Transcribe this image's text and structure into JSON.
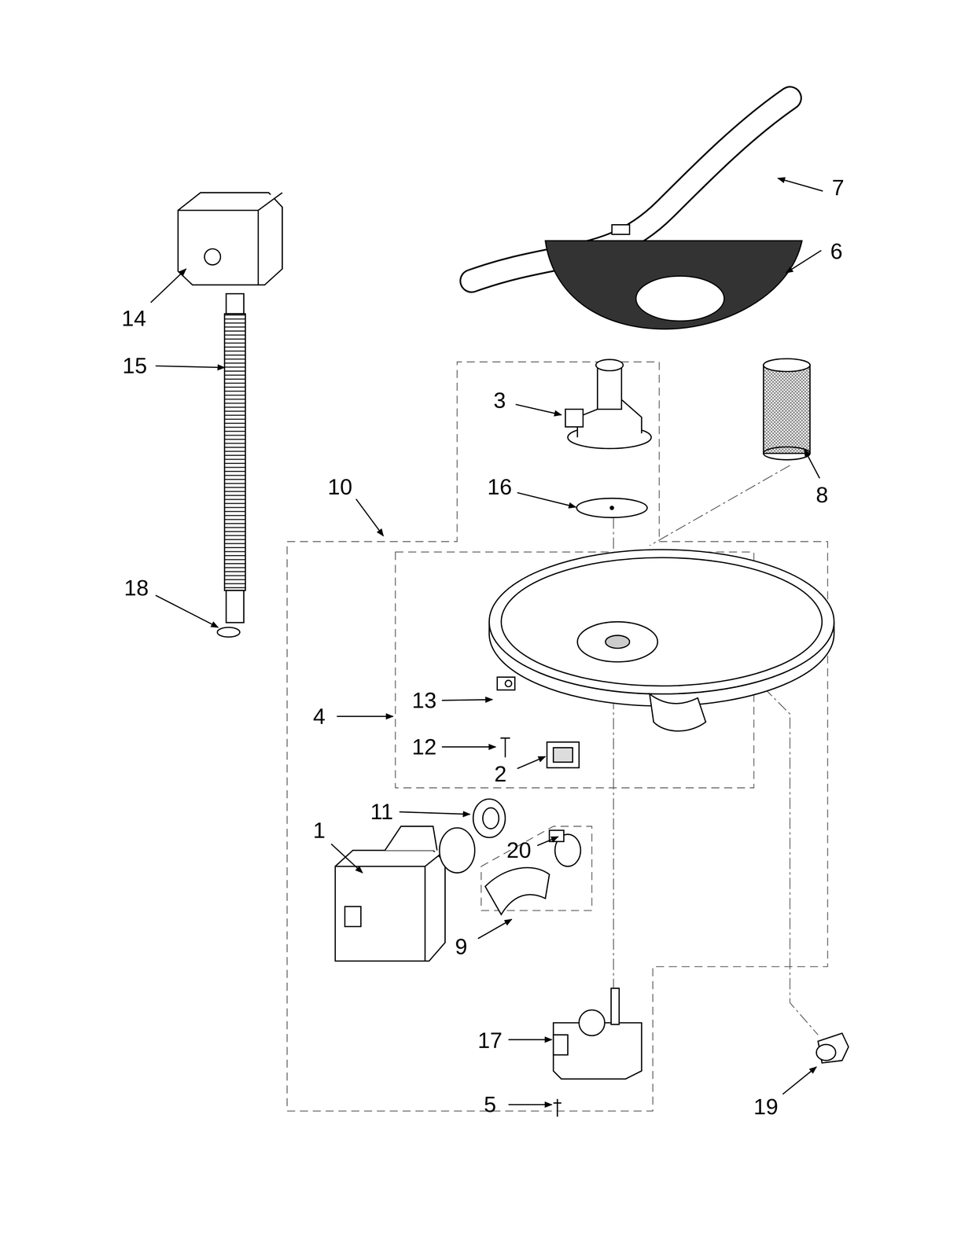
{
  "diagram": {
    "labels": [
      "14",
      "15",
      "18",
      "7",
      "6",
      "3",
      "16",
      "8",
      "10",
      "4",
      "13",
      "12",
      "2",
      "11",
      "1",
      "20",
      "9",
      "17",
      "5",
      "19"
    ]
  }
}
